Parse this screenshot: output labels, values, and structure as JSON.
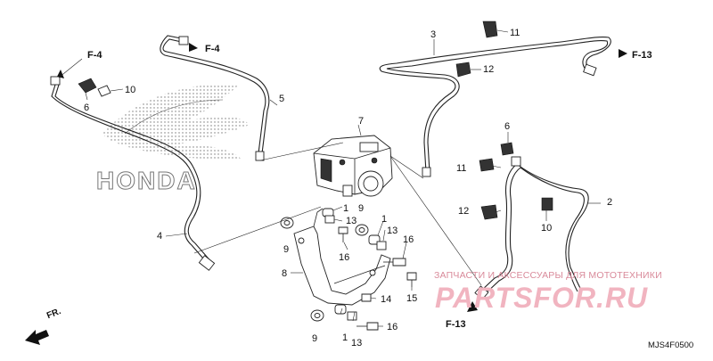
{
  "diagram": {
    "code": "MJS4F0500",
    "front_label": "FR.",
    "brand_logo_text": "HONDA",
    "watermark_small": "ЗАПЧАСТИ И АКСЕССУАРЫ ДЛЯ МОТОТЕХНИКИ",
    "watermark_large": "PARTSFOR.RU",
    "part_callouts": [
      {
        "id": "c1a",
        "label": "1"
      },
      {
        "id": "c1b",
        "label": "1"
      },
      {
        "id": "c1c",
        "label": "1"
      },
      {
        "id": "c2",
        "label": "2"
      },
      {
        "id": "c3",
        "label": "3"
      },
      {
        "id": "c4",
        "label": "4"
      },
      {
        "id": "c5",
        "label": "5"
      },
      {
        "id": "c6a",
        "label": "6"
      },
      {
        "id": "c6b",
        "label": "6"
      },
      {
        "id": "c7",
        "label": "7"
      },
      {
        "id": "c8",
        "label": "8"
      },
      {
        "id": "c9a",
        "label": "9"
      },
      {
        "id": "c9b",
        "label": "9"
      },
      {
        "id": "c9c",
        "label": "9"
      },
      {
        "id": "c10a",
        "label": "10"
      },
      {
        "id": "c10b",
        "label": "10"
      },
      {
        "id": "c11a",
        "label": "11"
      },
      {
        "id": "c11b",
        "label": "11"
      },
      {
        "id": "c12a",
        "label": "12"
      },
      {
        "id": "c12b",
        "label": "12"
      },
      {
        "id": "c13a",
        "label": "13"
      },
      {
        "id": "c13b",
        "label": "13"
      },
      {
        "id": "c13c",
        "label": "13"
      },
      {
        "id": "c14",
        "label": "14"
      },
      {
        "id": "c15",
        "label": "15"
      },
      {
        "id": "c16a",
        "label": "16"
      },
      {
        "id": "c16b",
        "label": "16"
      },
      {
        "id": "c16c",
        "label": "16"
      }
    ],
    "references": [
      {
        "id": "r1",
        "label": "F-4"
      },
      {
        "id": "r2",
        "label": "F-4"
      },
      {
        "id": "r3",
        "label": "F-13"
      },
      {
        "id": "r4",
        "label": "F-13"
      }
    ]
  }
}
